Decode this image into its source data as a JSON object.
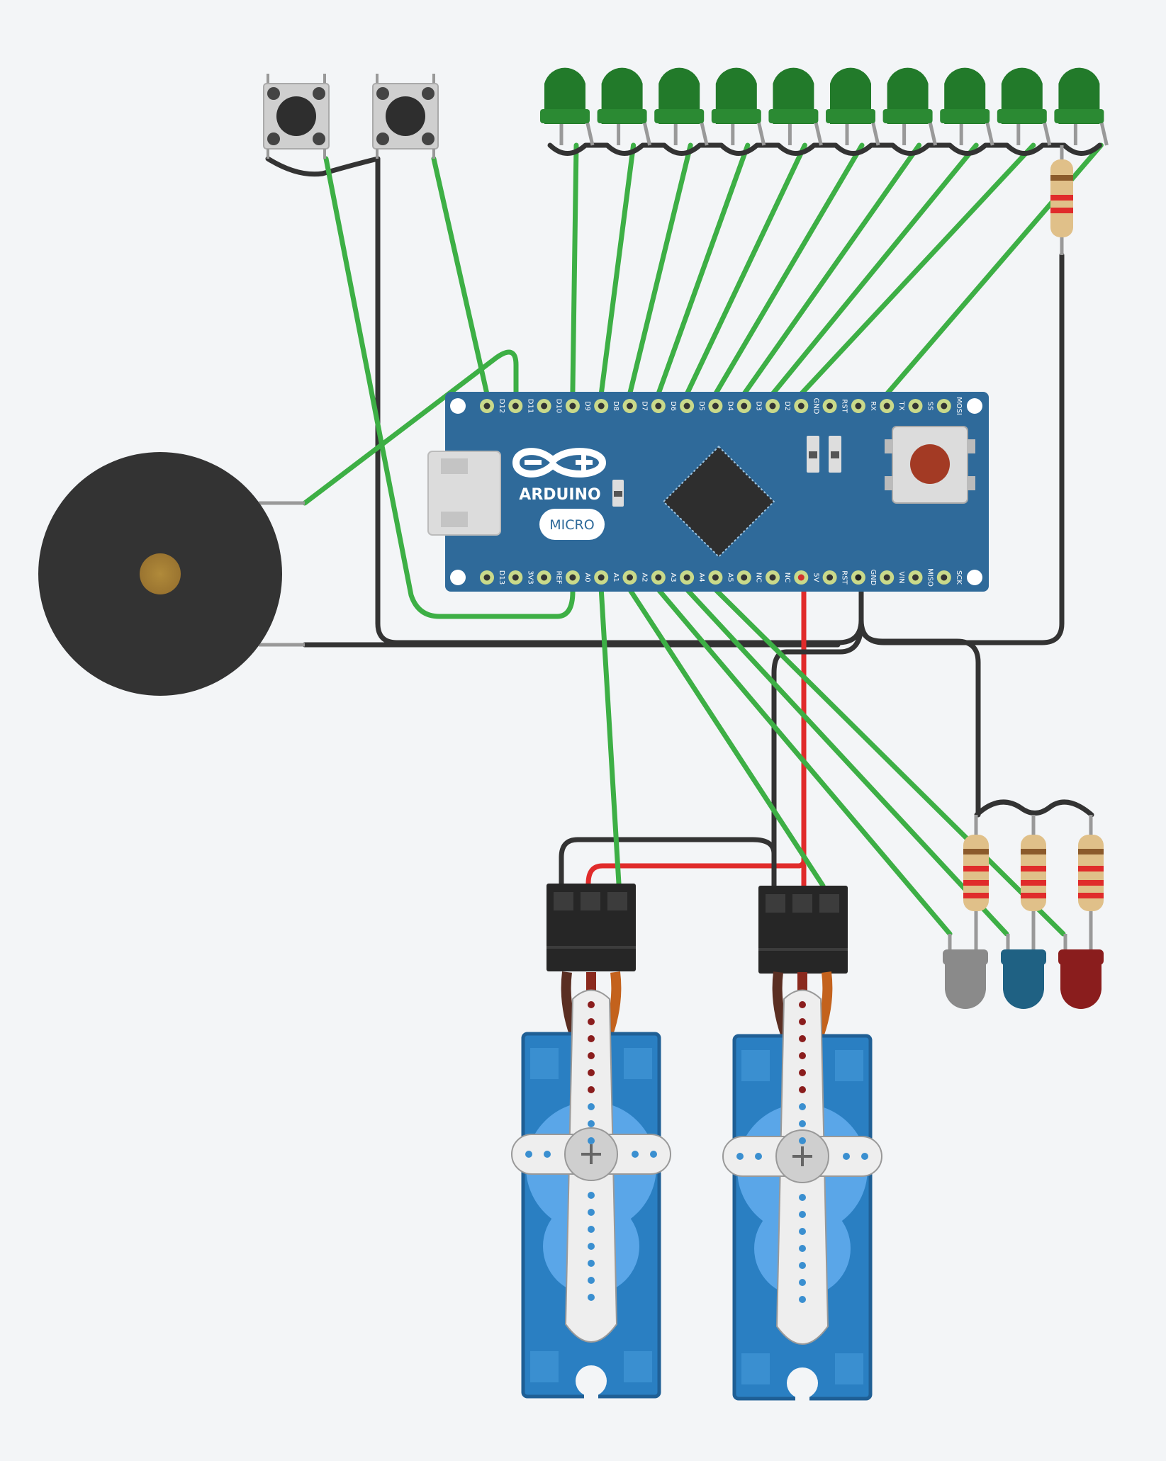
{
  "board": {
    "brand": "ARDUINO",
    "model": "MICRO",
    "color": "#2f6a9a",
    "top_pins": [
      "D12",
      "D11",
      "D10",
      "D9",
      "D8",
      "D7",
      "D6",
      "D5",
      "D4",
      "D3",
      "D2",
      "GND",
      "RST",
      "RX",
      "TX",
      "SS",
      "MOSI"
    ],
    "bottom_pins": [
      "D13",
      "3V3",
      "REF",
      "A0",
      "A1",
      "A2",
      "A3",
      "A4",
      "A5",
      "NC",
      "NC",
      "5V",
      "RST",
      "GND",
      "VIN",
      "MISO",
      "SCK"
    ]
  },
  "colors": {
    "signal_wire": "#3daf45",
    "ground_wire": "#333333",
    "power_wire": "#e02b2b",
    "led_green": "#227a2a",
    "led_gray": "#8a8a8a",
    "led_blue": "#1f6183",
    "led_red": "#8a1d1d",
    "servo_blue": "#2a7fc2",
    "buzzer": "#333333"
  },
  "components": {
    "pushbuttons": 2,
    "green_leds": 10,
    "status_leds": [
      "gray",
      "blue",
      "red"
    ],
    "resistors": 4,
    "servos": 2,
    "piezo_buzzers": 1
  }
}
